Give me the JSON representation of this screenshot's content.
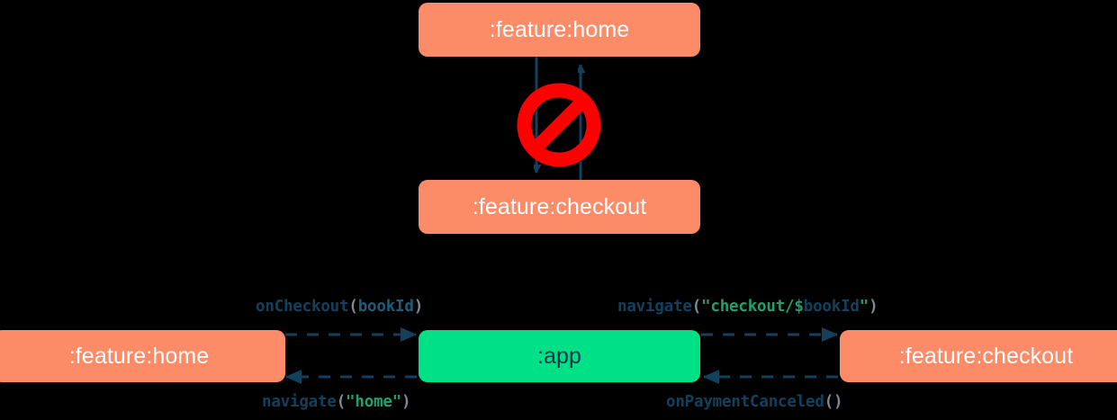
{
  "diagram": {
    "title": "Module navigation diagram",
    "background": "#000000",
    "palette": {
      "feature_module": "#FC8C68",
      "app_module": "#00E087",
      "arrow": "#13415C",
      "forbidden": "#FF0000",
      "text_on_feature": "#FFFFFF",
      "text_on_app": "#10344A",
      "string_literal": "#22A06B",
      "punctuation": "#7D8B96"
    }
  },
  "top_section": {
    "nodes": [
      {
        "id": "home-top",
        "label": ":feature:home",
        "type": "feature"
      },
      {
        "id": "checkout-top",
        "label": ":feature:checkout",
        "type": "feature"
      }
    ],
    "edges": [
      {
        "from": "home-top",
        "to": "checkout-top",
        "direction": "down",
        "style": "solid"
      },
      {
        "from": "checkout-top",
        "to": "home-top",
        "direction": "up",
        "style": "solid"
      }
    ],
    "annotation": {
      "icon": "no-entry-icon",
      "meaning": "direct dependency not allowed"
    }
  },
  "bottom_section": {
    "nodes": [
      {
        "id": "home-bottom",
        "label": ":feature:home",
        "type": "feature"
      },
      {
        "id": "app",
        "label": ":app",
        "type": "app"
      },
      {
        "id": "checkout-bottom",
        "label": ":feature:checkout",
        "type": "feature"
      }
    ],
    "edges": [
      {
        "id": "edge-oncheckout",
        "from": "home-bottom",
        "to": "app",
        "direction": "right",
        "style": "dashed",
        "position": "above",
        "label": "onCheckout(bookId)",
        "tokens": [
          {
            "text": "onCheckout",
            "kind": "fn"
          },
          {
            "text": "(",
            "kind": "punct"
          },
          {
            "text": "bookId",
            "kind": "ident"
          },
          {
            "text": ")",
            "kind": "punct"
          }
        ]
      },
      {
        "id": "edge-navigate-checkout",
        "from": "app",
        "to": "checkout-bottom",
        "direction": "right",
        "style": "dashed",
        "position": "above",
        "label": "navigate(\"checkout/$bookId\")",
        "tokens": [
          {
            "text": "navigate",
            "kind": "fn"
          },
          {
            "text": "(",
            "kind": "punct"
          },
          {
            "text": "\"checkout/",
            "kind": "str"
          },
          {
            "text": "$",
            "kind": "dollar"
          },
          {
            "text": "bookId",
            "kind": "var"
          },
          {
            "text": "\"",
            "kind": "str"
          },
          {
            "text": ")",
            "kind": "punct"
          }
        ]
      },
      {
        "id": "edge-navigate-home",
        "from": "app",
        "to": "home-bottom",
        "direction": "left",
        "style": "dashed",
        "position": "below",
        "label": "navigate(\"home\")",
        "tokens": [
          {
            "text": "navigate",
            "kind": "fn"
          },
          {
            "text": "(",
            "kind": "punct"
          },
          {
            "text": "\"home\"",
            "kind": "str"
          },
          {
            "text": ")",
            "kind": "punct"
          }
        ]
      },
      {
        "id": "edge-onpaymentcanceled",
        "from": "checkout-bottom",
        "to": "app",
        "direction": "left",
        "style": "dashed",
        "position": "below",
        "label": "onPaymentCanceled()",
        "tokens": [
          {
            "text": "onPaymentCanceled",
            "kind": "fn"
          },
          {
            "text": "()",
            "kind": "punct"
          }
        ]
      }
    ]
  }
}
